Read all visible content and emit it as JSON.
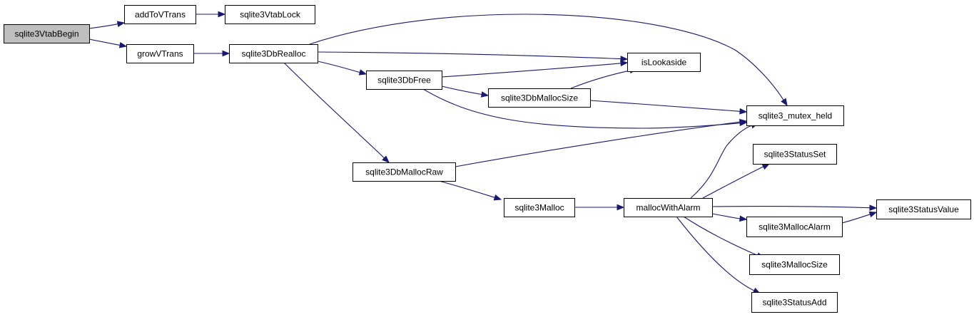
{
  "graph": {
    "edge_color": "#191970",
    "root_fill": "#bfbfbf",
    "nodes": [
      {
        "id": "vtabbegin",
        "label": "sqlite3VtabBegin",
        "root": true
      },
      {
        "id": "addtovtrans",
        "label": "addToVTrans"
      },
      {
        "id": "vtablock",
        "label": "sqlite3VtabLock"
      },
      {
        "id": "growvtrans",
        "label": "growVTrans"
      },
      {
        "id": "dbrealloc",
        "label": "sqlite3DbRealloc"
      },
      {
        "id": "islookaside",
        "label": "isLookaside"
      },
      {
        "id": "dbfree",
        "label": "sqlite3DbFree"
      },
      {
        "id": "dbmallocsize",
        "label": "sqlite3DbMallocSize"
      },
      {
        "id": "mutexheld",
        "label": "sqlite3_mutex_held"
      },
      {
        "id": "dbmallocraw",
        "label": "sqlite3DbMallocRaw"
      },
      {
        "id": "statusset",
        "label": "sqlite3StatusSet"
      },
      {
        "id": "malloc",
        "label": "sqlite3Malloc"
      },
      {
        "id": "mallocwithalarm",
        "label": "mallocWithAlarm"
      },
      {
        "id": "statusvalue",
        "label": "sqlite3StatusValue"
      },
      {
        "id": "mallocalarm",
        "label": "sqlite3MallocAlarm"
      },
      {
        "id": "mallocsize",
        "label": "sqlite3MallocSize"
      },
      {
        "id": "statusadd",
        "label": "sqlite3StatusAdd"
      }
    ],
    "edges": [
      {
        "from": "vtabbegin",
        "to": "addtovtrans"
      },
      {
        "from": "vtabbegin",
        "to": "growvtrans"
      },
      {
        "from": "addtovtrans",
        "to": "vtablock"
      },
      {
        "from": "growvtrans",
        "to": "dbrealloc"
      },
      {
        "from": "dbrealloc",
        "to": "islookaside"
      },
      {
        "from": "dbrealloc",
        "to": "mutexheld"
      },
      {
        "from": "dbrealloc",
        "to": "dbfree"
      },
      {
        "from": "dbrealloc",
        "to": "dbmallocraw"
      },
      {
        "from": "dbfree",
        "to": "islookaside"
      },
      {
        "from": "dbfree",
        "to": "dbmallocsize"
      },
      {
        "from": "dbfree",
        "to": "mutexheld"
      },
      {
        "from": "dbmallocsize",
        "to": "islookaside"
      },
      {
        "from": "dbmallocsize",
        "to": "mutexheld"
      },
      {
        "from": "dbmallocraw",
        "to": "mutexheld"
      },
      {
        "from": "dbmallocraw",
        "to": "malloc"
      },
      {
        "from": "malloc",
        "to": "mallocwithalarm"
      },
      {
        "from": "mallocwithalarm",
        "to": "mutexheld"
      },
      {
        "from": "mallocwithalarm",
        "to": "statusset"
      },
      {
        "from": "mallocwithalarm",
        "to": "statusvalue"
      },
      {
        "from": "mallocwithalarm",
        "to": "mallocalarm"
      },
      {
        "from": "mallocwithalarm",
        "to": "mallocsize"
      },
      {
        "from": "mallocwithalarm",
        "to": "statusadd"
      },
      {
        "from": "mallocalarm",
        "to": "statusvalue"
      }
    ]
  }
}
